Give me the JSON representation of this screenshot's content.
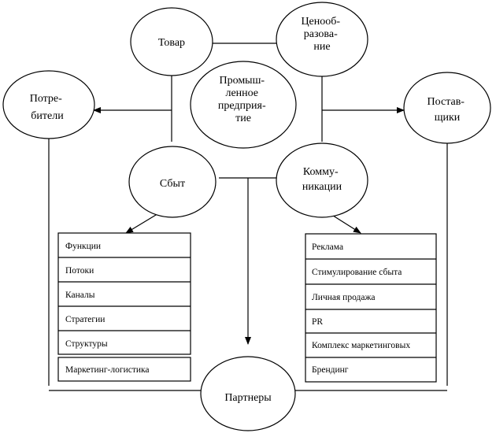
{
  "nodes": {
    "tovar": [
      "Товар"
    ],
    "tsenoobrazovanie": [
      "Ценооб-",
      "разова-",
      "ние"
    ],
    "promyshlennoe": [
      "Промыш-",
      "ленное",
      "предприя-",
      "тие"
    ],
    "potrebiteli": [
      "Потре-",
      "бители"
    ],
    "postavshchiki": [
      "Постав-",
      "щики"
    ],
    "sbyt": [
      "Сбыт"
    ],
    "kommunikatsii": [
      "Комму-",
      "никации"
    ],
    "partnery": [
      "Партнеры"
    ]
  },
  "sales_list": [
    "Функции",
    "Потоки",
    "Каналы",
    "Стратегии",
    "Структуры"
  ],
  "sales_extra": "Маркетинг-логистика",
  "communications_list": [
    "Реклама",
    "Стимулирование сбыта",
    "Личная продажа",
    "PR",
    "Комплекс маркетинговых",
    "Брендинг"
  ]
}
